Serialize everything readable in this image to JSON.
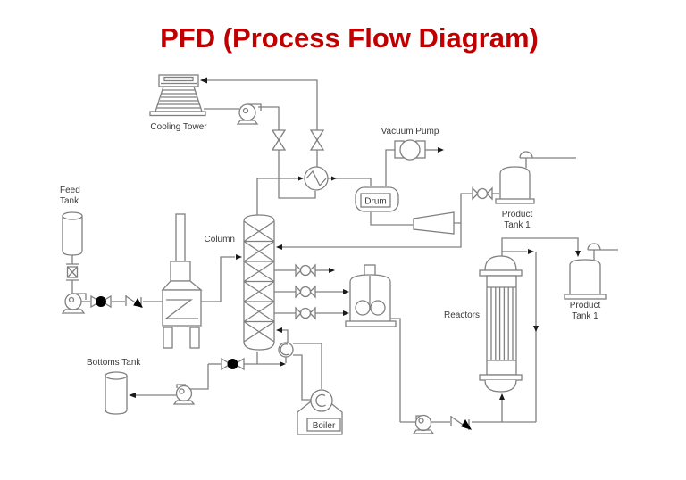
{
  "title": {
    "text": "PFD (Process Flow Diagram)"
  },
  "colors": {
    "title": "#C00000",
    "line": "#808080",
    "label": "#3A3A3A",
    "valve_fill": "#000000",
    "background": "#FFFFFF"
  },
  "labels": {
    "cooling_tower": "Cooling Tower",
    "feed_tank": [
      "Feed",
      "Tank"
    ],
    "column": "Column",
    "vacuum_pump": "Vacuum Pump",
    "drum": "Drum",
    "product_tank_1": [
      "Product",
      "Tank 1"
    ],
    "product_tank_2": [
      "Product",
      "Tank 1"
    ],
    "reactors": "Reactors",
    "bottoms_tank": "Bottoms Tank",
    "boiler": "Boiler"
  }
}
